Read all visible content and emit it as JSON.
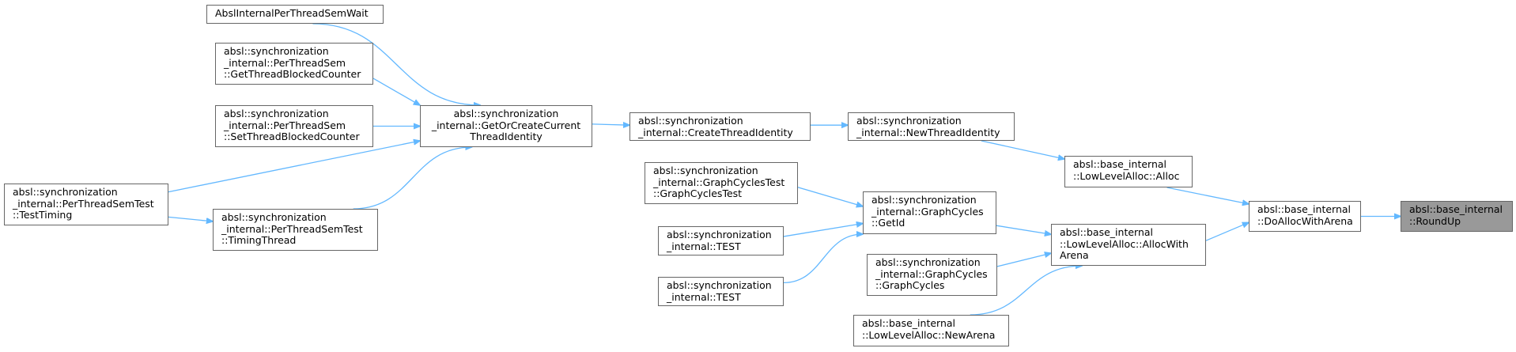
{
  "nodes": [
    {
      "id": "n1",
      "label": "AbslInternalPerThreadSemWait"
    },
    {
      "id": "n2",
      "label": "absl::synchronization\n_internal::PerThreadSem\n::GetThreadBlockedCounter"
    },
    {
      "id": "n3",
      "label": "absl::synchronization\n_internal::PerThreadSem\n::SetThreadBlockedCounter"
    },
    {
      "id": "n4",
      "label": "absl::synchronization\n_internal::PerThreadSemTest\n::TestTiming"
    },
    {
      "id": "n5",
      "label": "absl::synchronization\n_internal::PerThreadSemTest\n::TimingThread"
    },
    {
      "id": "n6",
      "label": "absl::synchronization\n_internal::GetOrCreateCurrent\nThreadIdentity"
    },
    {
      "id": "n7",
      "label": "absl::synchronization\n_internal::CreateThreadIdentity"
    },
    {
      "id": "n8",
      "label": "absl::synchronization\n_internal::NewThreadIdentity"
    },
    {
      "id": "n9",
      "label": "absl::base_internal\n::LowLevelAlloc::Alloc"
    },
    {
      "id": "n10",
      "label": "absl::synchronization\n_internal::GraphCyclesTest\n::GraphCyclesTest"
    },
    {
      "id": "n11",
      "label": "absl::synchronization\n_internal::TEST"
    },
    {
      "id": "n12",
      "label": "absl::synchronization\n_internal::TEST"
    },
    {
      "id": "n13",
      "label": "absl::synchronization\n_internal::GraphCycles\n::GetId"
    },
    {
      "id": "n14",
      "label": "absl::synchronization\n_internal::GraphCycles\n::GraphCycles"
    },
    {
      "id": "n15",
      "label": "absl::base_internal\n::LowLevelAlloc::NewArena"
    },
    {
      "id": "n16",
      "label": "absl::base_internal\n::LowLevelAlloc::AllocWith\nArena"
    },
    {
      "id": "n17",
      "label": "absl::base_internal\n::DoAllocWithArena"
    },
    {
      "id": "n18",
      "label": "absl::base_internal\n::RoundUp"
    }
  ],
  "edges": [
    {
      "from": "n1",
      "to": "n6"
    },
    {
      "from": "n2",
      "to": "n6"
    },
    {
      "from": "n3",
      "to": "n6"
    },
    {
      "from": "n4",
      "to": "n6"
    },
    {
      "from": "n5",
      "to": "n6"
    },
    {
      "from": "n4",
      "to": "n5"
    },
    {
      "from": "n6",
      "to": "n7"
    },
    {
      "from": "n7",
      "to": "n8"
    },
    {
      "from": "n8",
      "to": "n9"
    },
    {
      "from": "n9",
      "to": "n17"
    },
    {
      "from": "n10",
      "to": "n13"
    },
    {
      "from": "n11",
      "to": "n13"
    },
    {
      "from": "n12",
      "to": "n13"
    },
    {
      "from": "n13",
      "to": "n16"
    },
    {
      "from": "n14",
      "to": "n16"
    },
    {
      "from": "n15",
      "to": "n16"
    },
    {
      "from": "n16",
      "to": "n17"
    },
    {
      "from": "n17",
      "to": "n18"
    }
  ],
  "colors": {
    "edge": "#63b8ff",
    "node_border": "#666666",
    "focus_fill": "#999999"
  }
}
